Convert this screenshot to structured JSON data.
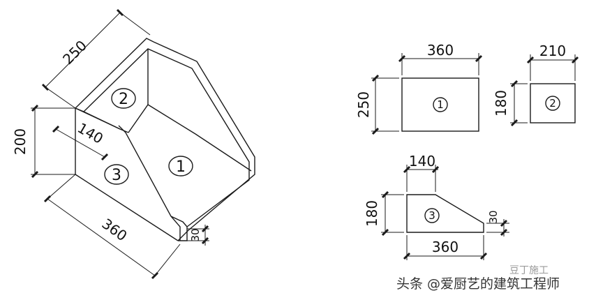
{
  "isometric": {
    "dim_depth": "250",
    "dim_height": "200",
    "dim_slope": "140",
    "dim_length": "360",
    "dim_small": "30",
    "label_1": "1",
    "label_2": "2",
    "label_3": "3"
  },
  "part1": {
    "dim_width": "360",
    "dim_height": "250",
    "label": "1"
  },
  "part2": {
    "dim_width": "210",
    "dim_height": "180",
    "label": "2"
  },
  "part3": {
    "dim_top": "140",
    "dim_height": "180",
    "dim_right": "30",
    "dim_bottom": "360",
    "label": "3"
  },
  "watermark": {
    "source": "头条 @爱厨艺的建筑工程师",
    "faint_text": "豆丁施工"
  }
}
